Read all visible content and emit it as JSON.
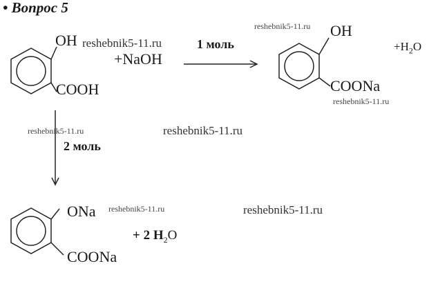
{
  "title": "• Вопрос 5",
  "reactant": {
    "oh": "OH",
    "cooh": "COOH",
    "reagent": "+NaOH"
  },
  "reaction1": {
    "condition": "1 моль",
    "product_oh": "OH",
    "product_coona": "COONa",
    "water": "+H",
    "water_sub": "2",
    "water_o": "O"
  },
  "reaction2": {
    "condition": "2 моль",
    "product_ona": "ONa",
    "product_coona": "COONa",
    "water": "+ 2 H",
    "water_sub": "2",
    "water_o": "O"
  },
  "watermarks": [
    "reshebnik5-11.ru",
    "reshebnik5-11.ru",
    "reshebnik5-11.ru",
    "reshebnik5-11.ru",
    "reshebnik5-11.ru",
    "reshebnik5-11.ru",
    "reshebnik5-11.ru"
  ]
}
